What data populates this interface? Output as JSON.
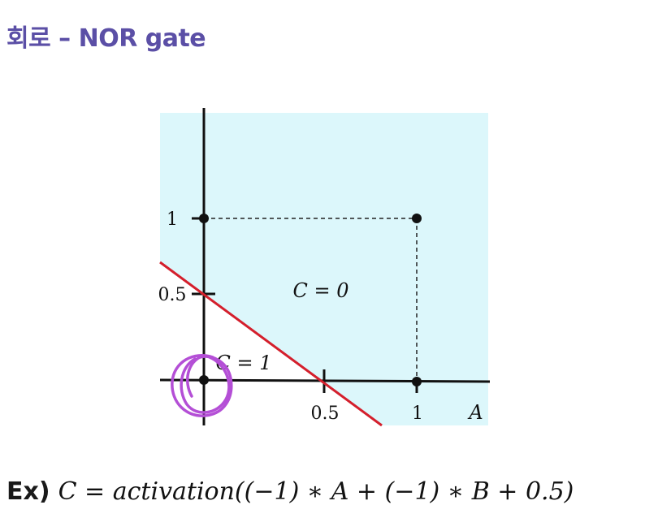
{
  "title": "회로 – NOR gate",
  "diagram": {
    "y_ticks": [
      "1",
      "0.5"
    ],
    "x_ticks": [
      "0.5",
      "1"
    ],
    "x_axis_label": "A",
    "region_top": "C = 0",
    "region_bottom": "C = 1",
    "colors": {
      "background_region": "#dcf7fb",
      "boundary_line": "#d41f2c",
      "highlight_circle": "#b44fd6",
      "title": "#5b4fa6"
    },
    "points": [
      {
        "A": 0,
        "B": 0
      },
      {
        "A": 1,
        "B": 0
      },
      {
        "A": 0,
        "B": 1
      },
      {
        "A": 1,
        "B": 1
      }
    ],
    "decision_boundary": "A + B = 0.5",
    "highlighted_point": {
      "A": 0,
      "B": 0
    }
  },
  "formula": {
    "prefix": "Ex)",
    "expression": "C = activation((−1) ∗ A + (−1) ∗ B + 0.5)"
  }
}
